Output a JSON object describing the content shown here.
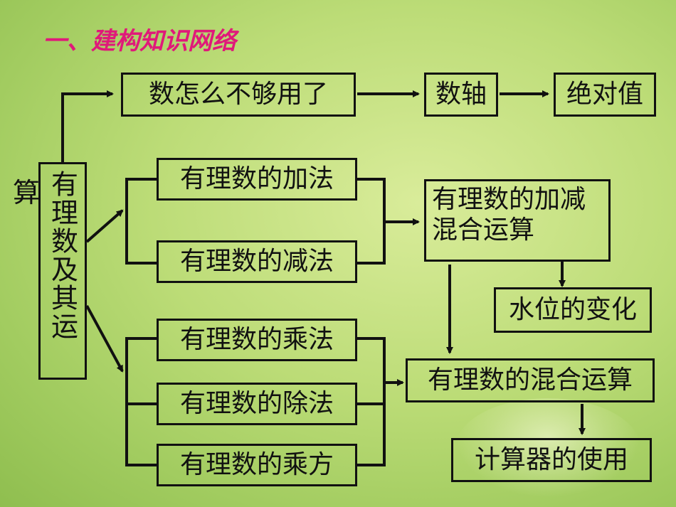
{
  "title": "一、建构知识网络",
  "nodes": {
    "insufficient": "数怎么不够用了",
    "number_line": "数轴",
    "absolute_value": "绝对值",
    "root_vertical": "有理数及其运",
    "root_overflow": "算",
    "add": "有理数的加法",
    "subtract": "有理数的减法",
    "mixed_add_sub": "有理数的加减混合运算",
    "water_level": "水位的变化",
    "multiply": "有理数的乘法",
    "divide": "有理数的除法",
    "power": "有理数的乘方",
    "mixed_ops": "有理数的混合运算",
    "calculator": "计算器的使用"
  }
}
